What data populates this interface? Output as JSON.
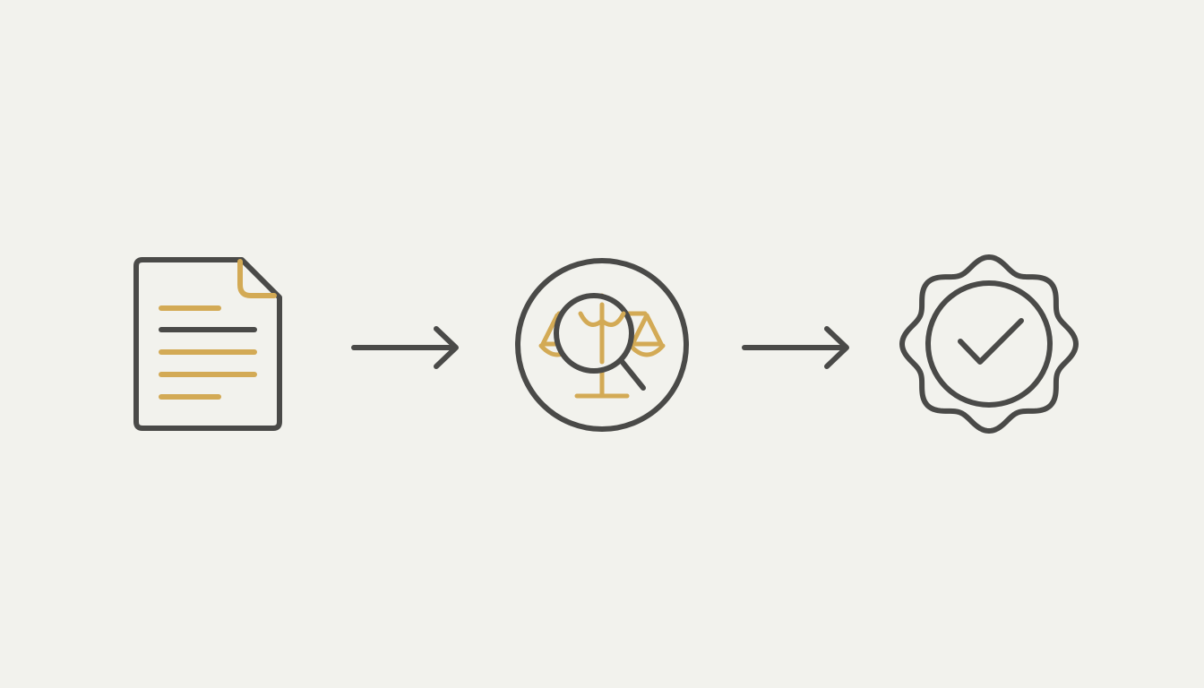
{
  "diagram": {
    "type": "process-flow",
    "steps": [
      {
        "icon": "document-icon"
      },
      {
        "icon": "legal-review-icon"
      },
      {
        "icon": "approval-badge-icon"
      }
    ],
    "connectors": [
      {
        "icon": "arrow-right-icon",
        "from": 1,
        "to": 2
      },
      {
        "icon": "arrow-right-icon",
        "from": 2,
        "to": 3
      }
    ],
    "colors": {
      "background": "#f2f2ed",
      "outline": "#4a4a48",
      "accent": "#d3aa55"
    }
  }
}
